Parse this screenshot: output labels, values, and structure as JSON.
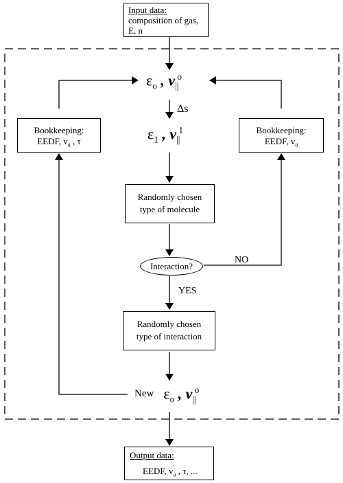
{
  "input": {
    "heading": "Input data:",
    "line1": "composition of gas,",
    "line2": "E, n"
  },
  "top_state": {
    "eps": "ε",
    "eps_sub": "o",
    "sep": ",",
    "v": "v",
    "v_sub": "||",
    "v_sup": "o"
  },
  "step_label": "Δs",
  "state1": {
    "eps": "ε",
    "eps_sub": "1",
    "sep": ",",
    "v": "v",
    "v_sub": "||",
    "v_sup": "1"
  },
  "book_left": {
    "line1": "Bookkeeping:",
    "line2_a": "EEDF, v",
    "line2_sub": "d",
    "line2_b": " , τ"
  },
  "book_right": {
    "line1": "Bookkeeping:",
    "line2_a": "EEDF, v",
    "line2_sub": "d"
  },
  "molecule_box": {
    "line1": "Randomly chosen",
    "line2": "type of molecule"
  },
  "decision": {
    "label": "Interaction?"
  },
  "no_label": "NO",
  "yes_label": "YES",
  "interaction_box": {
    "line1": "Randomly chosen",
    "line2": "type of interaction"
  },
  "new_state": {
    "prefix": "New",
    "eps": "ε",
    "eps_sub": "o",
    "sep": ",",
    "v": "v",
    "v_sub": "||",
    "v_sup": "o"
  },
  "output": {
    "heading": "Output data:",
    "line_a": "EEDF, v",
    "line_sub": "d",
    "line_b": " , τ, ..."
  }
}
